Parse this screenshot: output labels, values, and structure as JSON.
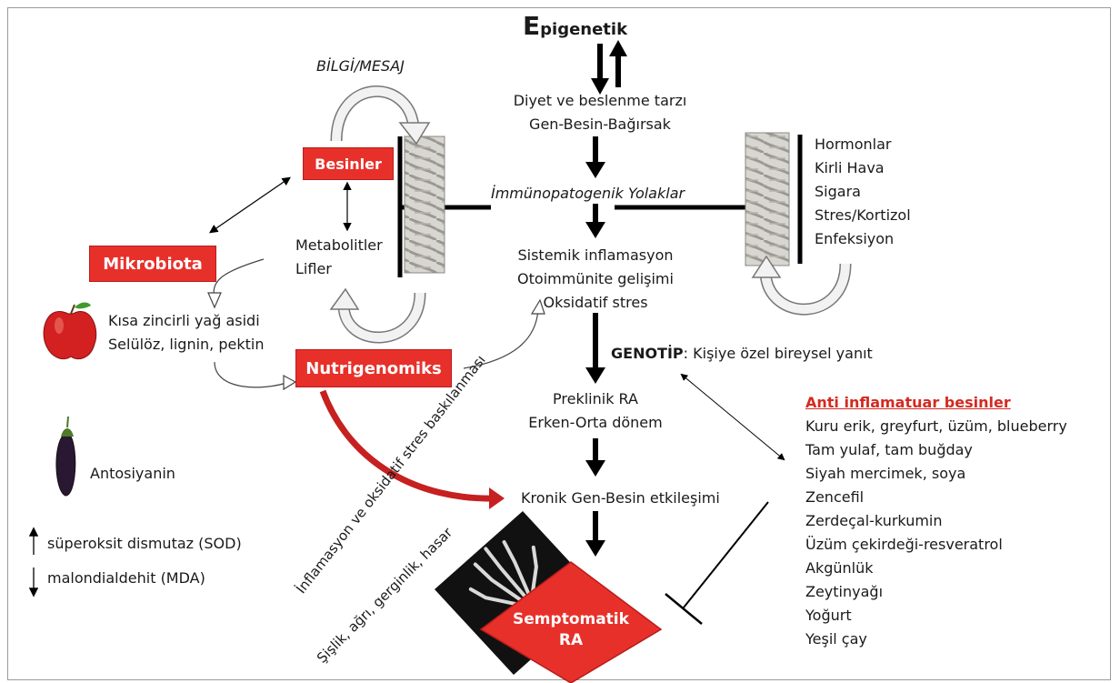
{
  "colors": {
    "red": "#e8302a",
    "text": "#1a1a1a"
  },
  "epigenetic": {
    "first": "E",
    "rest": "pigenetik"
  },
  "diet": [
    "Diyet ve beslenme tarzı",
    "Gen-Besin-Bağırsak"
  ],
  "bilgi": "BİLGİ/MESAJ",
  "besinler": "Besinler",
  "immuno": "İmmünopatogenik Yolaklar",
  "metabolites": [
    "Metabolitler",
    "Lifler"
  ],
  "mikrobiota": "Mikrobiota",
  "kisa": [
    "Kısa zincirli yağ asidi",
    "Selülöz, lignin, pektin"
  ],
  "nutrigenomics": "Nutrigenomiks",
  "systemic": [
    "Sistemik inflamasyon",
    "Otoimmünite gelişimi",
    "Oksidatif stres"
  ],
  "genotype": {
    "bold": "GENOTİP",
    "rest": ": Kişiye özel bireysel yanıt"
  },
  "preclinic": [
    "Preklinik RA",
    "Erken-Orta dönem"
  ],
  "kronik": "Kronik Gen-Besin etkileşimi",
  "semptomatik": [
    "Semptomatik",
    "RA"
  ],
  "factors": [
    "Hormonlar",
    "Kirli Hava",
    "Sigara",
    "Stres/Kortizol",
    "Enfeksiyon"
  ],
  "anti": {
    "title": "Anti inflamatuar besinler",
    "items": [
      "Kuru erik, greyfurt, üzüm, blueberry",
      "Tam yulaf, tam buğday",
      "Siyah mercimek, soya",
      "Zencefil",
      "Zerdeçal-kurkumin",
      "Üzüm çekirdeği-resveratrol",
      "Akgünlük",
      "Zeytinyağı",
      "Yoğurt",
      "Yeşil çay"
    ]
  },
  "antosiyanin": "Antosiyanin",
  "sod": "süperoksit dismutaz (SOD)",
  "mda": "malondialdehit (MDA)",
  "rotated": {
    "oxidative": "İnflamasyon ve oksidatif stres baskılanması",
    "symptoms": "Şişlik, ağrı, gerginlik, hasar"
  }
}
